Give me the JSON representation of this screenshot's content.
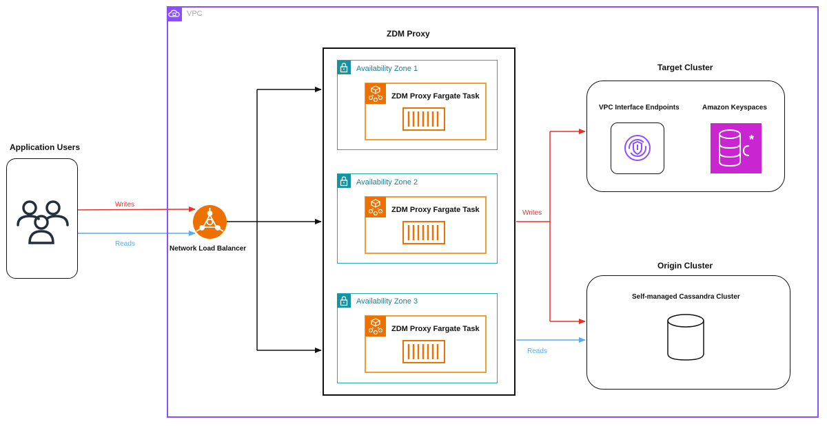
{
  "vpc": {
    "label": "VPC"
  },
  "users": {
    "title": "Application Users"
  },
  "nlb": {
    "label": "Network Load Balancer"
  },
  "proxy": {
    "title": "ZDM Proxy",
    "zones": [
      {
        "label": "Availability Zone 1",
        "task": "ZDM Proxy Fargate Task"
      },
      {
        "label": "Availability Zone 2",
        "task": "ZDM Proxy Fargate Task"
      },
      {
        "label": "Availability Zone 3",
        "task": "ZDM Proxy Fargate Task"
      }
    ]
  },
  "target": {
    "title": "Target Cluster",
    "endpoints_label": "VPC Interface Endpoints",
    "keyspaces_label": "Amazon Keyspaces"
  },
  "origin": {
    "title": "Origin Cluster",
    "cluster_label": "Self-managed Cassandra Cluster"
  },
  "edges": {
    "users_writes": "Writes",
    "users_reads": "Reads",
    "proxy_writes": "Writes",
    "proxy_reads": "Reads"
  },
  "colors": {
    "writes": "#e8312a",
    "reads": "#5aabec",
    "vpc": "#8c4fff",
    "availability_zone": "#22a7b8",
    "fargate": "#ed7100",
    "keyspaces": "#c925d1"
  }
}
